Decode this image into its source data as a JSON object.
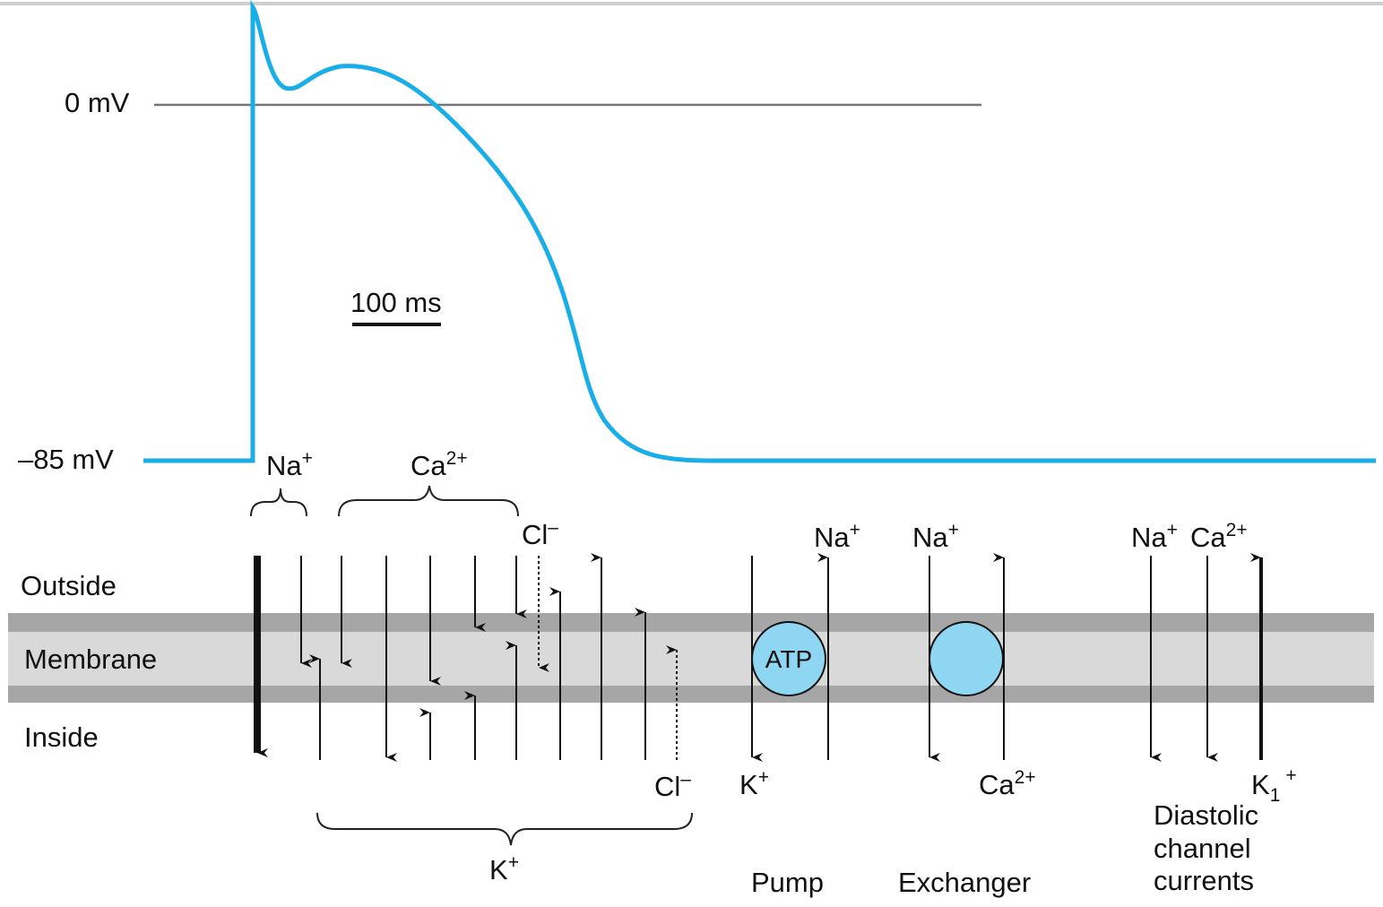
{
  "voltage_labels": {
    "zero": "0 mV",
    "rest": "–85 mV"
  },
  "scale_bar": "100 ms",
  "regions": {
    "outside": "Outside",
    "membrane": "Membrane",
    "inside": "Inside"
  },
  "top_groups": {
    "sodium": {
      "base": "Na",
      "sup": "+"
    },
    "calcium": {
      "base": "Ca",
      "sup": "2+"
    },
    "chloride": {
      "base": "Cl",
      "sup": "–"
    }
  },
  "bottom_groups": {
    "chloride": {
      "base": "Cl",
      "sup": "–"
    },
    "potassium": {
      "base": "K",
      "sup": "+"
    }
  },
  "pump": {
    "label": "Pump",
    "atp": "ATP",
    "top_ion": {
      "base": "Na",
      "sup": "+"
    },
    "bottom_ion": {
      "base": "K",
      "sup": "+"
    }
  },
  "exchanger": {
    "label": "Exchanger",
    "top_ion": {
      "base": "Na",
      "sup": "+"
    },
    "bottom_ion": {
      "base": "Ca",
      "sup": "2+"
    }
  },
  "diastolic": {
    "label_lines": [
      "Diastolic",
      "channel",
      "currents"
    ],
    "na": {
      "base": "Na",
      "sup": "+"
    },
    "ca": {
      "base": "Ca",
      "sup": "2+"
    },
    "k1": {
      "base": "K",
      "sub": "1",
      "sup": "+"
    }
  },
  "colors": {
    "trace": "#1aaee8",
    "membrane_outer": "#a6a6a6",
    "membrane_inner": "#d9d9d9",
    "pump_fill": "#8fd6f2"
  }
}
